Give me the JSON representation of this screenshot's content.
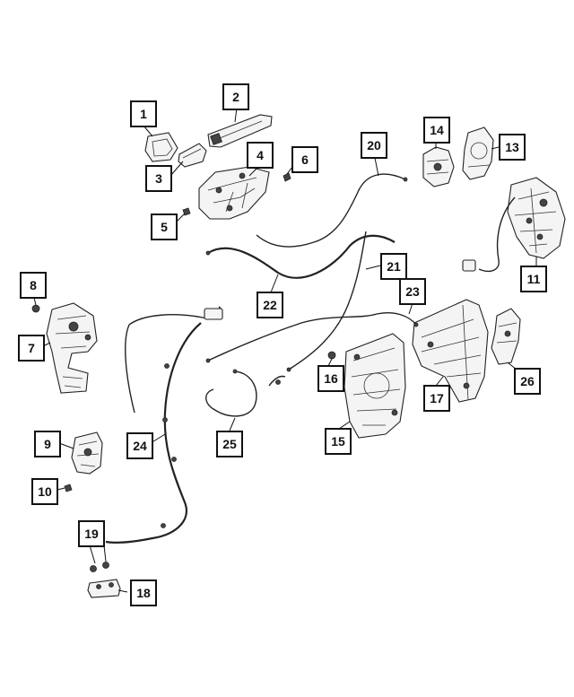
{
  "callouts": [
    {
      "id": "c1",
      "label": "1"
    },
    {
      "id": "c2",
      "label": "2"
    },
    {
      "id": "c3",
      "label": "3"
    },
    {
      "id": "c4",
      "label": "4"
    },
    {
      "id": "c5",
      "label": "5"
    },
    {
      "id": "c6",
      "label": "6"
    },
    {
      "id": "c7",
      "label": "7"
    },
    {
      "id": "c8",
      "label": "8"
    },
    {
      "id": "c9",
      "label": "9"
    },
    {
      "id": "c10",
      "label": "10"
    },
    {
      "id": "c11",
      "label": "11"
    },
    {
      "id": "c13",
      "label": "13"
    },
    {
      "id": "c14",
      "label": "14"
    },
    {
      "id": "c15",
      "label": "15"
    },
    {
      "id": "c16",
      "label": "16"
    },
    {
      "id": "c17",
      "label": "17"
    },
    {
      "id": "c18",
      "label": "18"
    },
    {
      "id": "c19",
      "label": "19"
    },
    {
      "id": "c20",
      "label": "20"
    },
    {
      "id": "c21",
      "label": "21"
    },
    {
      "id": "c22",
      "label": "22"
    },
    {
      "id": "c23",
      "label": "23"
    },
    {
      "id": "c24",
      "label": "24"
    },
    {
      "id": "c25",
      "label": "25"
    },
    {
      "id": "c26",
      "label": "26"
    }
  ]
}
